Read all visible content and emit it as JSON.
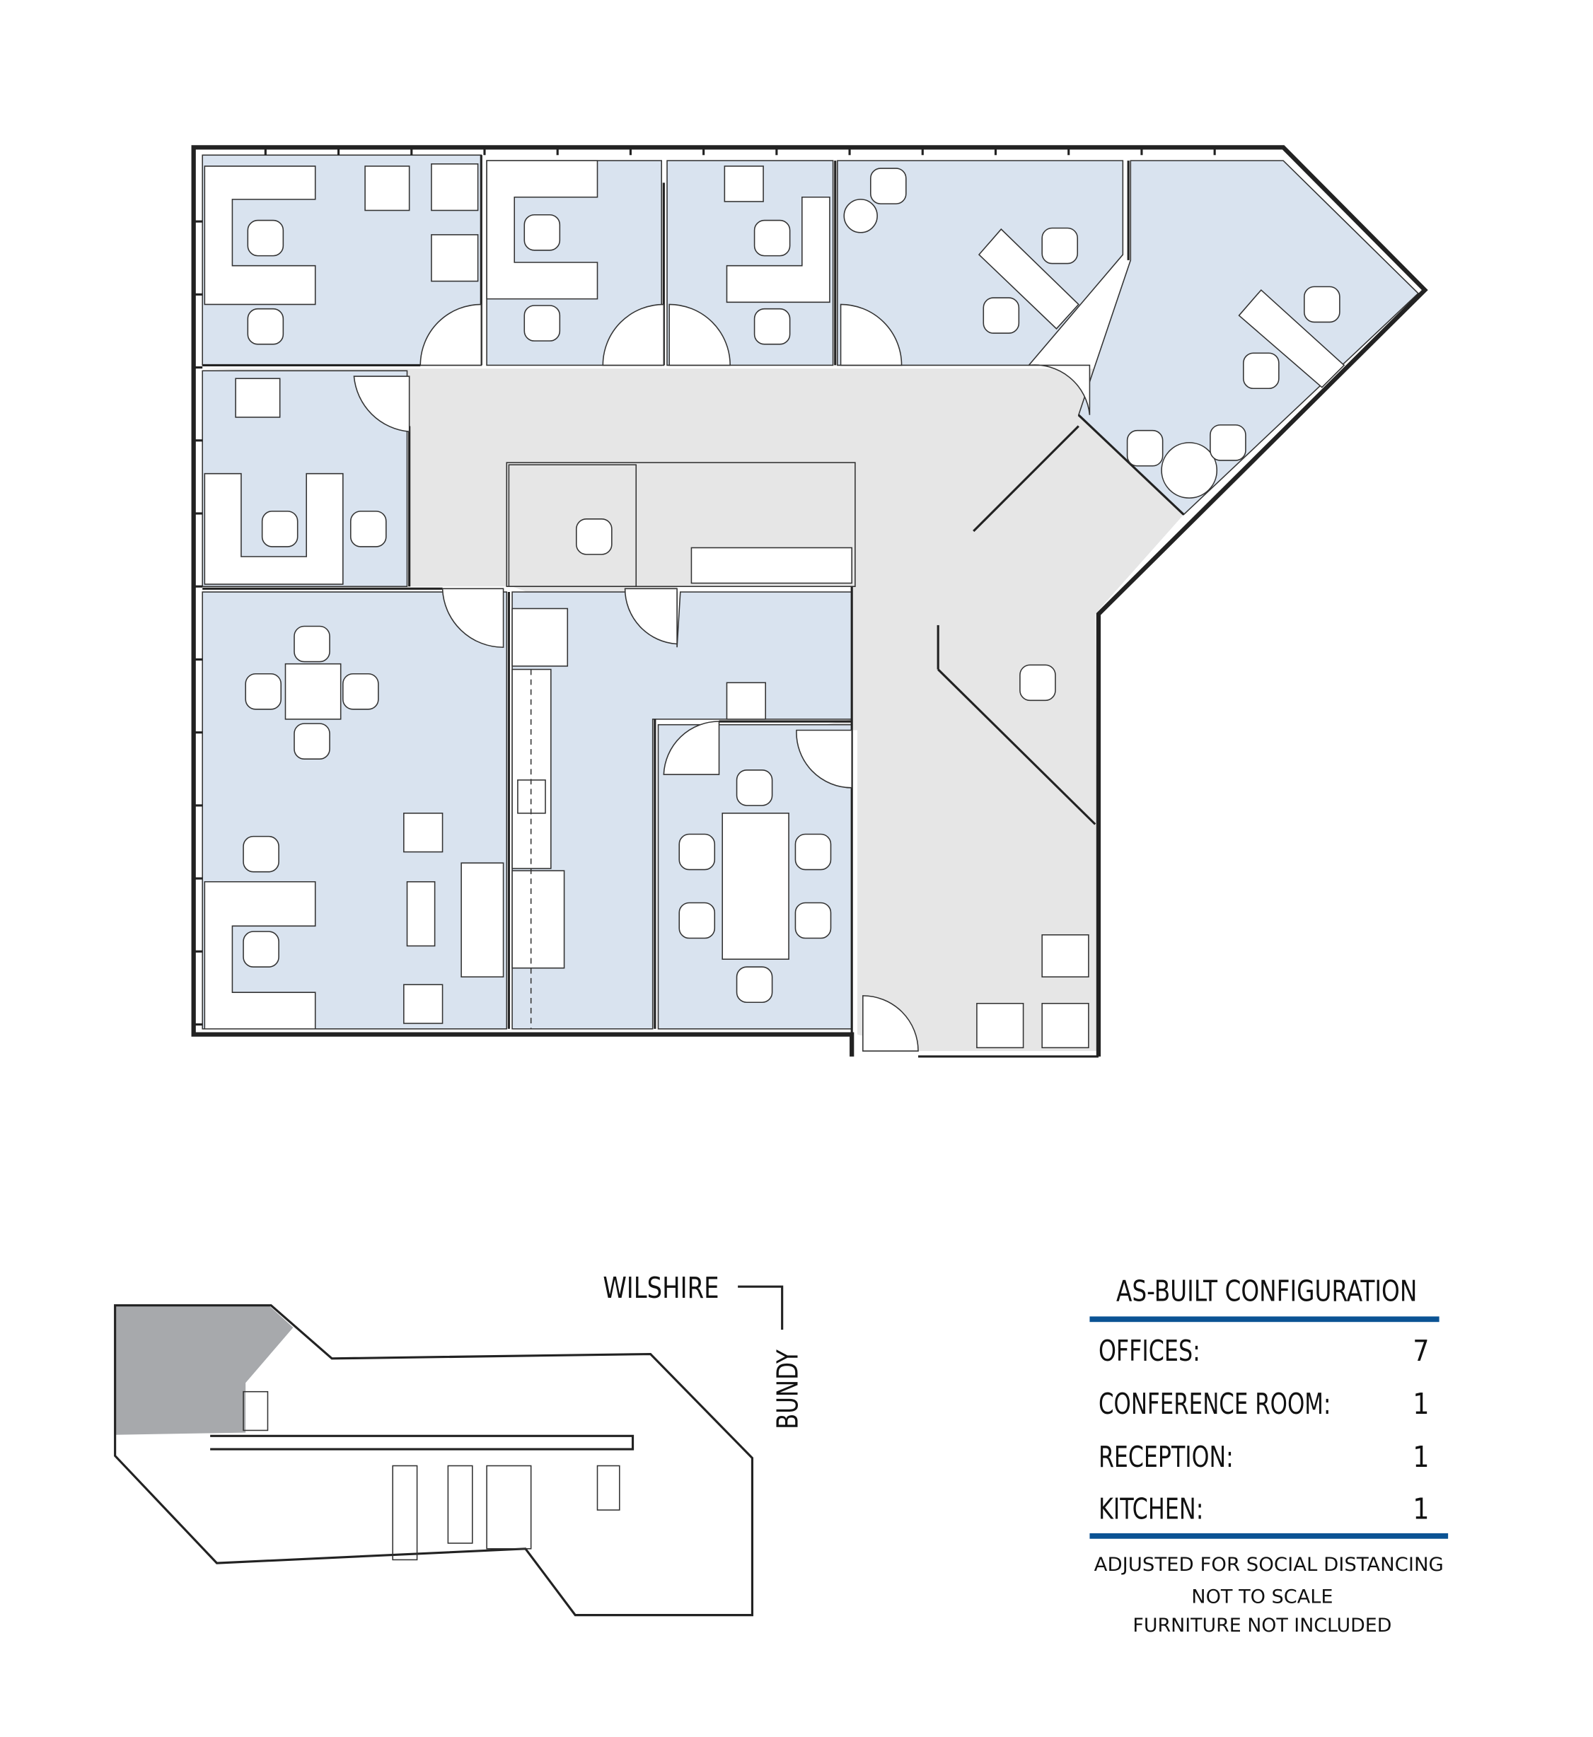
{
  "key_plan": {
    "street_north": "WILSHIRE",
    "street_east": "BUNDY"
  },
  "legend": {
    "title": "AS-BUILT CONFIGURATION",
    "accent_color": "#0b5394",
    "rows": [
      {
        "label": "OFFICES:",
        "value": "7"
      },
      {
        "label": "CONFERENCE ROOM:",
        "value": "1"
      },
      {
        "label": "RECEPTION:",
        "value": "1"
      },
      {
        "label": "KITCHEN:",
        "value": "1"
      }
    ],
    "notes": [
      "ADJUSTED FOR SOCIAL DISTANCING",
      "NOT TO SCALE",
      "FURNITURE NOT INCLUDED"
    ]
  },
  "colors": {
    "office_fill": "#d9e3ef",
    "corridor_fill": "#e6e6e6",
    "key_plan_highlight": "#a7a9ac"
  }
}
